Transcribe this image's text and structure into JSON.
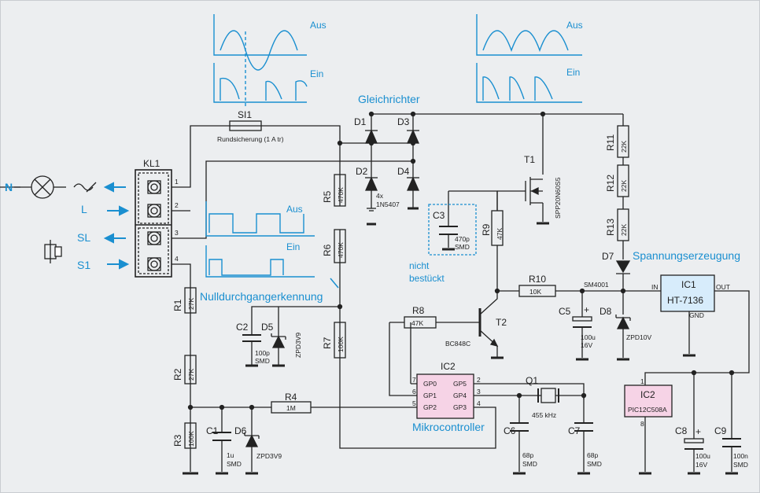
{
  "colors": {
    "wire": "#222222",
    "accent": "#1a8fd0",
    "ic_fill": "#f6d3e6",
    "ic_ht": "#d7ecfb",
    "background": "#eceef0"
  },
  "mains": {
    "n": "N",
    "l": "L",
    "sl": "SL",
    "s1": "S1"
  },
  "terminal": {
    "name": "KL1",
    "pins": [
      "1",
      "2",
      "3",
      "4"
    ]
  },
  "titles": {
    "rectifier": "Gleichrichter",
    "zero_cross": "Nulldurchgangerkennung",
    "supply": "Spannungserzeugung",
    "mcu": "Mikrocontroller",
    "not_fitted": "nicht",
    "not_fitted2": "bestückt"
  },
  "waves": {
    "off": "Aus",
    "on": "Ein"
  },
  "fuse": {
    "name": "SI1",
    "desc": "Rundsicherung (1 A tr)"
  },
  "diodes": {
    "d1": "D1",
    "d2": "D2",
    "d3": "D3",
    "d4": "D4",
    "qty": "4x",
    "part": "1N5407",
    "d5": "D5",
    "d5v": "ZPD3V9",
    "d6": "D6",
    "d6v": "ZPD3V9",
    "d7": "D7",
    "d7v": "SM4001",
    "d8": "D8",
    "d8v": "ZPD10V"
  },
  "transistors": {
    "t1": "T1",
    "t1v": "SPP20N60S5",
    "t2": "T2",
    "t2v": "BC848C"
  },
  "resistors": {
    "r1": "R1",
    "r1v": "27K",
    "r2": "R2",
    "r2v": "27K",
    "r3": "R3",
    "r3v": "100K",
    "r4": "R4",
    "r4v": "1M",
    "r5": "R5",
    "r5v": "470K",
    "r6": "R6",
    "r6v": "470K",
    "r7": "R7",
    "r7v": "100K",
    "r8": "R8",
    "r8v": "47K",
    "r9": "R9",
    "r9v": "47K",
    "r10": "R10",
    "r10v": "10K",
    "r11": "R11",
    "r11v": "22K",
    "r12": "R12",
    "r12v": "22K",
    "r13": "R13",
    "r13v": "22K"
  },
  "caps": {
    "c1": "C1",
    "c1a": "1u",
    "c1b": "SMD",
    "c2": "C2",
    "c2a": "100p",
    "c2b": "SMD",
    "c3": "C3",
    "c3a": "470p",
    "c3b": "SMD",
    "c5": "C5",
    "c5a": "100u",
    "c5b": "16V",
    "c6": "C6",
    "c6a": "68p",
    "c6b": "SMD",
    "c7": "C7",
    "c7a": "68p",
    "c7b": "SMD",
    "c8": "C8",
    "c8a": "100u",
    "c8b": "16V",
    "c9": "C9",
    "c9a": "100n",
    "c9b": "SMD"
  },
  "crystal": {
    "name": "Q1",
    "freq": "455 kHz"
  },
  "ic1": {
    "name": "IC1",
    "part": "HT-7136",
    "in": "IN",
    "out": "OUT",
    "gnd": "GND"
  },
  "ic2": {
    "name": "IC2",
    "gp0": "GP0",
    "gp1": "GP1",
    "gp2": "GP2",
    "gp5": "GP5",
    "gp4": "GP4",
    "gp3": "GP3",
    "p7": "7",
    "p6": "6",
    "p5": "5",
    "p2": "2",
    "p3": "3",
    "p4": "4"
  },
  "ic2b": {
    "name": "IC2",
    "part": "PIC12C508A",
    "p1": "1",
    "p8": "8"
  }
}
